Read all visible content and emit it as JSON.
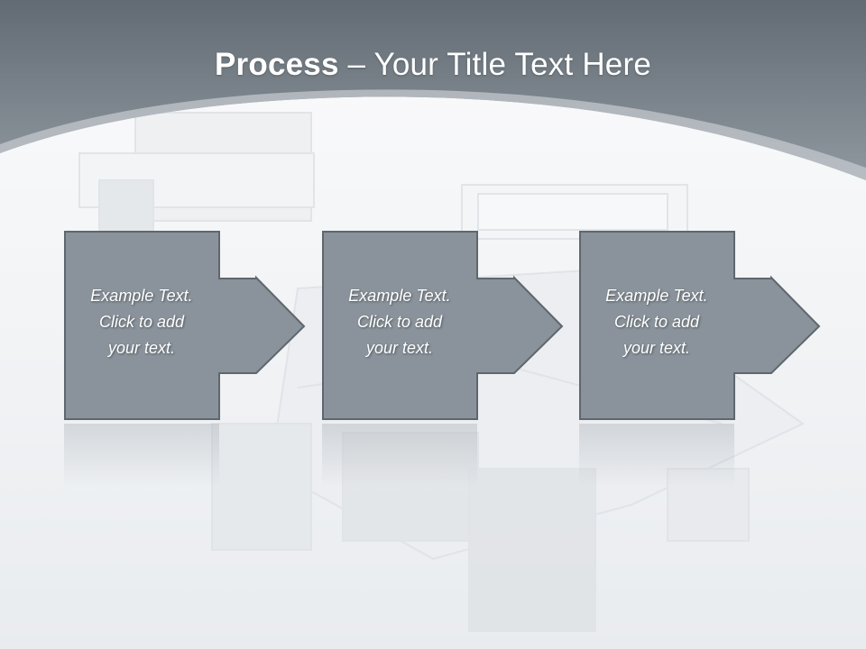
{
  "title": {
    "bold": "Process",
    "rest": " – Your Title Text Here"
  },
  "steps": [
    {
      "line1": "Example Text.",
      "line2": "Click  to add",
      "line3": "your text."
    },
    {
      "line1": "Example Text.",
      "line2": "Click  to add",
      "line3": "your text."
    },
    {
      "line1": "Example Text.",
      "line2": "Click  to add",
      "line3": "your text."
    }
  ],
  "colors": {
    "header": "#808a93",
    "box_fill": "#8a939b",
    "box_border": "#5f676e",
    "text": "#ffffff"
  }
}
